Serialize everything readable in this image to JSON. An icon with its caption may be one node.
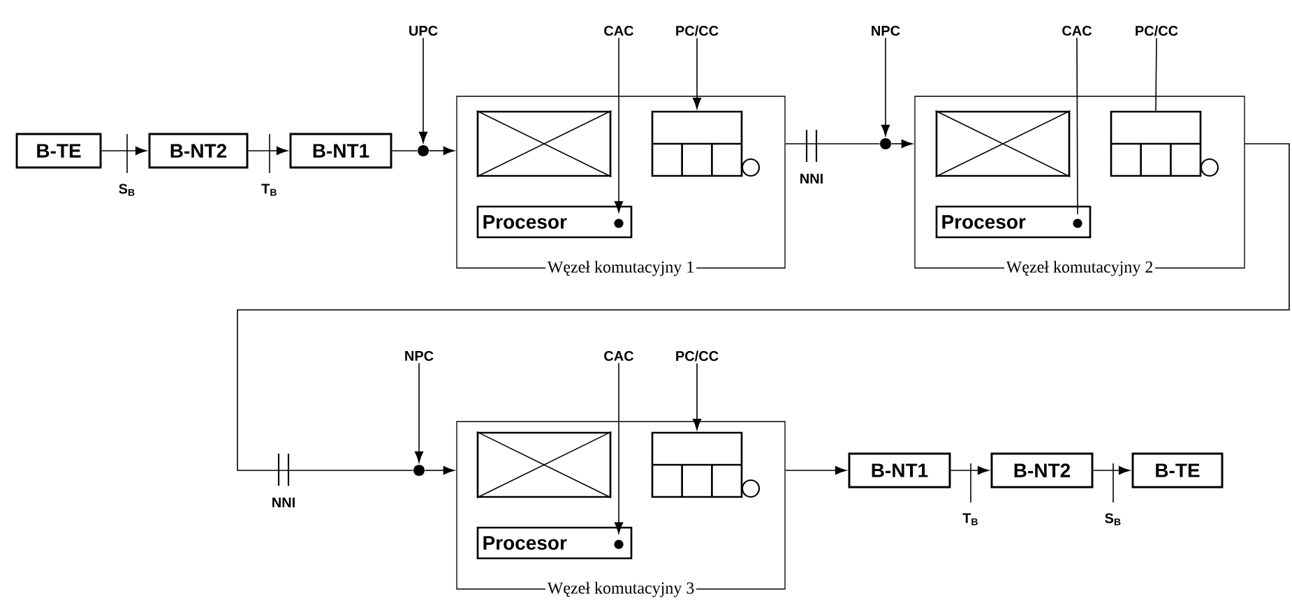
{
  "diagram": {
    "nodes": [
      {
        "text": [
          "B-TE"
        ]
      },
      {
        "text": [
          "B-NT2"
        ]
      },
      {
        "text": [
          "B-NT1"
        ]
      },
      {
        "text": [
          "UPC"
        ]
      },
      {
        "text": [],
        "shape": "circle"
      },
      {
        "text": [
          "Węzeł komutacyjny 1"
        ]
      },
      {
        "text": [],
        "shape": "box",
        "in": 5
      },
      {
        "text": [],
        "shape": "box",
        "in": 5
      },
      {
        "text": [
          "Procesor"
        ],
        "in": 5
      },
      {
        "text": [
          "CAC"
        ]
      },
      {
        "text": [
          "PC/CC"
        ]
      },
      {
        "text": [
          "NPC"
        ]
      },
      {
        "text": [],
        "shape": "circle"
      },
      {
        "text": [
          "Węzeł komutacyjny 2"
        ]
      },
      {
        "text": [],
        "shape": "box",
        "in": 13
      },
      {
        "text": [],
        "shape": "box",
        "in": 13
      },
      {
        "text": [
          "Procesor"
        ],
        "in": 13
      },
      {
        "text": [
          "CAC"
        ]
      },
      {
        "text": [
          "PC/CC"
        ]
      },
      {
        "text": [
          "NPC"
        ]
      },
      {
        "text": [],
        "shape": "circle"
      },
      {
        "text": [
          "Węzeł komutacyjny 3"
        ]
      },
      {
        "text": [],
        "shape": "box",
        "in": 21
      },
      {
        "text": [],
        "shape": "box",
        "in": 21
      },
      {
        "text": [
          "Procesor"
        ],
        "in": 21
      },
      {
        "text": [
          "CAC"
        ]
      },
      {
        "text": [
          "PC/CC"
        ]
      },
      {
        "text": [
          "B-NT1"
        ]
      },
      {
        "text": [
          "B-NT2"
        ]
      },
      {
        "text": [
          "B-TE"
        ]
      }
    ],
    "edges": [
      {
        "from": 0,
        "to": 1,
        "arrow": "to"
      },
      {
        "from": 1,
        "to": 2,
        "arrow": "to"
      },
      {
        "from": 2,
        "to": 4,
        "arrow": "none"
      },
      {
        "from": 3,
        "to": 4,
        "arrow": "to"
      },
      {
        "from": 4,
        "to": 5,
        "arrow": "to"
      },
      {
        "from": 9,
        "to": 8,
        "arrow": "to"
      },
      {
        "from": 10,
        "to": 7,
        "arrow": "to"
      },
      {
        "from": 5,
        "to": 12,
        "arrow": "none"
      },
      {
        "from": 11,
        "to": 12,
        "arrow": "to"
      },
      {
        "from": 12,
        "to": 13,
        "arrow": "to"
      },
      {
        "from": 17,
        "to": 16,
        "arrow": "none"
      },
      {
        "from": 18,
        "to": 15,
        "arrow": "none"
      },
      {
        "from": 13,
        "to": 20,
        "arrow": "none"
      },
      {
        "from": 19,
        "to": 20,
        "arrow": "to"
      },
      {
        "from": 20,
        "to": 21,
        "arrow": "to"
      },
      {
        "from": 25,
        "to": 24,
        "arrow": "to"
      },
      {
        "from": 26,
        "to": 23,
        "arrow": "to"
      },
      {
        "from": 21,
        "to": 27,
        "arrow": "to"
      },
      {
        "from": 27,
        "to": 28,
        "arrow": "to"
      },
      {
        "from": 28,
        "to": 29,
        "arrow": "to"
      }
    ],
    "labels": [
      "S$_{B}$",
      "T$_{B}$",
      "NNI",
      "NNI",
      "T$_{B}$",
      "S$_{B}$"
    ]
  }
}
